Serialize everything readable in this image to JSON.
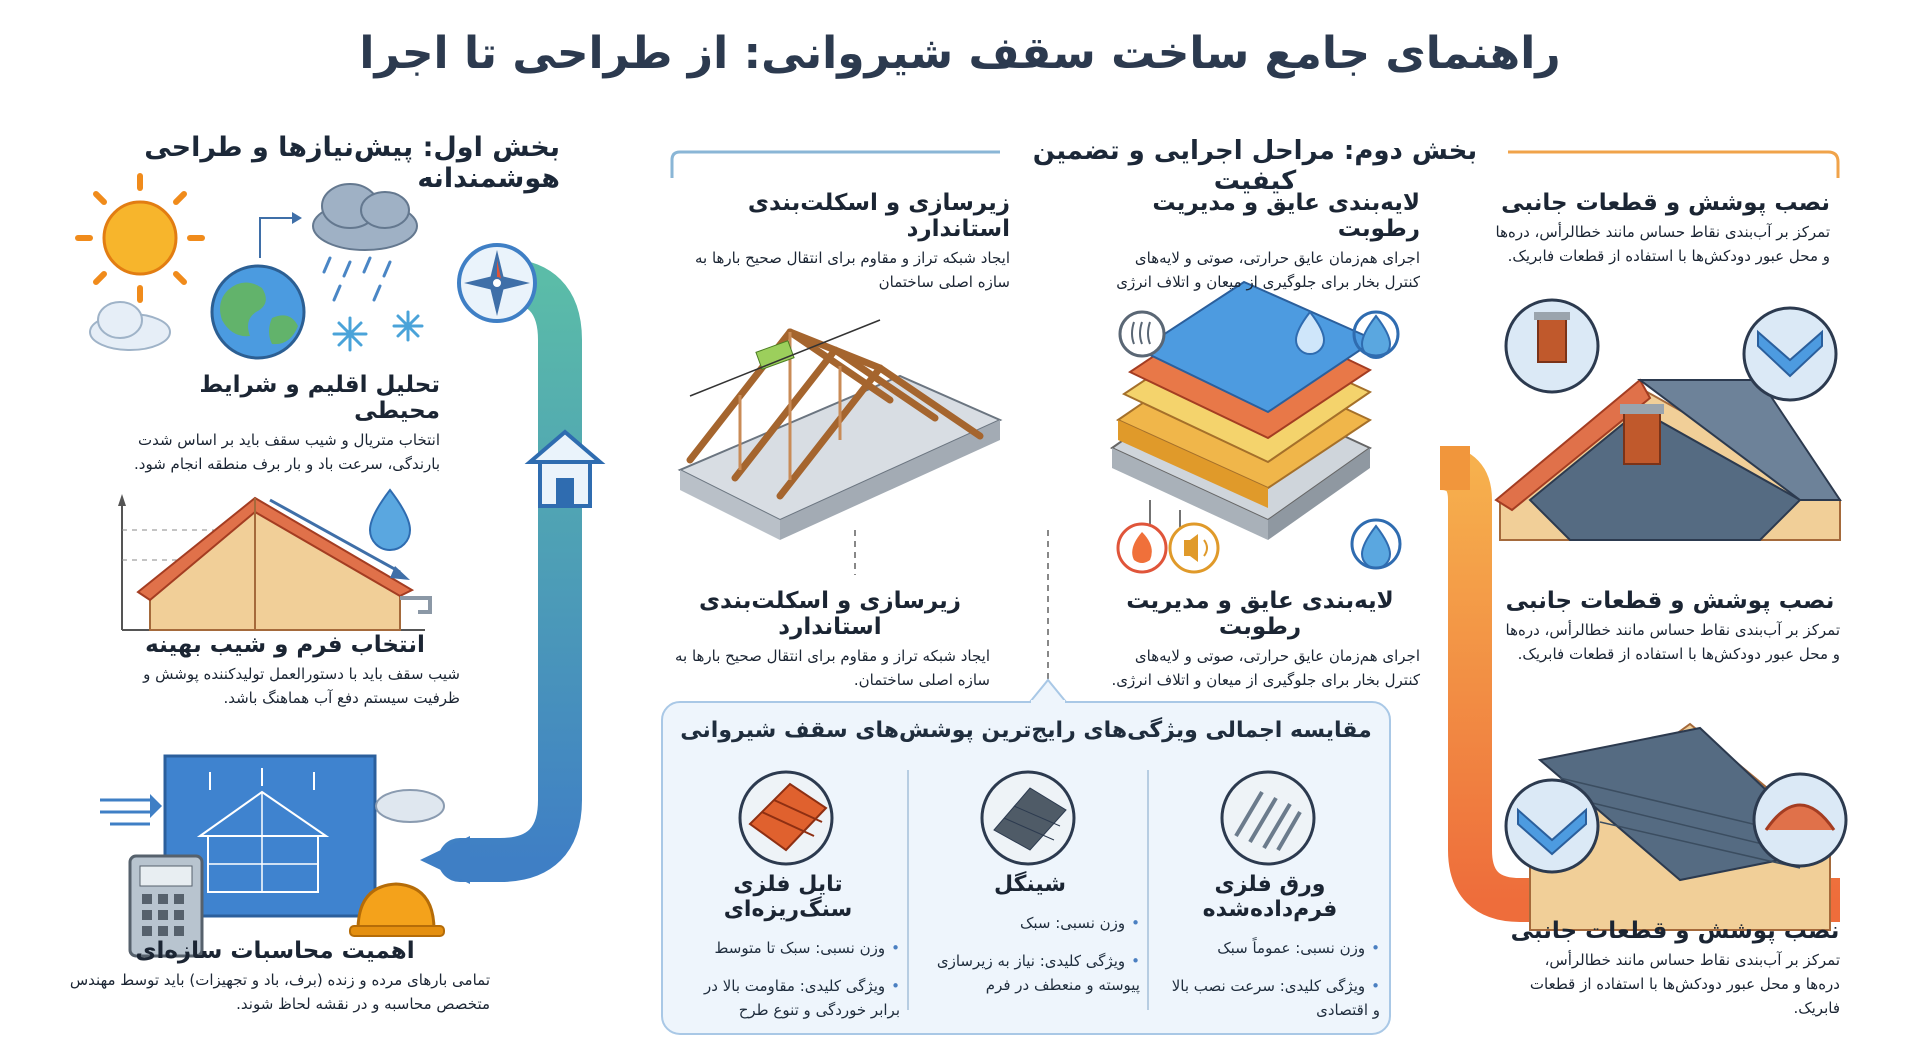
{
  "title": "راهنمای جامع ساخت سقف شیروانی: از طراحی تا اجرا",
  "section1": {
    "heading": "بخش اول: پیش‌نیازها و طراحی هوشمندانه",
    "items": [
      {
        "title": "تحلیل اقلیم و شرایط محیطی",
        "desc": "انتخاب متریال و شیب سقف باید بر اساس شدت بارندگی، سرعت باد و بار برف منطقه انجام شود."
      },
      {
        "title": "انتخاب فرم و شیب بهینه",
        "desc": "شیب سقف باید با دستورالعمل تولیدکننده پوشش و ظرفیت سیستم دفع آب هماهنگ باشد."
      },
      {
        "title": "اهمیت محاسبات سازه‌ای",
        "desc": "تمامی بارهای مرده و زنده (برف، باد و تجهیزات) باید توسط مهندس متخصص محاسبه و در نقشه لحاظ شوند."
      }
    ]
  },
  "section2": {
    "heading": "بخش دوم: مراحل اجرایی و تضمین کیفیت",
    "top": [
      {
        "title": "زیرسازی و اسکلت‌بندی استاندارد",
        "desc": "ایجاد شبکه تراز و مقاوم برای انتقال صحیح بارها به سازه اصلی ساختمان"
      },
      {
        "title": "لایه‌بندی عایق و مدیریت رطوبت",
        "desc": "اجرای هم‌زمان عایق حرارتی، صوتی و لایه‌های کنترل بخار برای جلوگیری از میعان و اتلاف انرژی"
      },
      {
        "title": "نصب پوشش و قطعات جانبی",
        "desc": "تمرکز بر آب‌بندی نقاط حساس مانند خطالرأس، دره‌ها و محل عبور دودکش‌ها با استفاده از قطعات فابریک."
      }
    ],
    "bottom": [
      {
        "title": "زیرسازی و اسکلت‌بندی استاندارد",
        "desc": "ایجاد شبکه تراز و مقاوم برای انتقال صحیح بارها به سازه اصلی ساختمان."
      },
      {
        "title": "لایه‌بندی عایق و مدیریت رطوبت",
        "desc": "اجرای هم‌زمان عایق حرارتی، صوتی و لایه‌های کنترل بخار برای جلوگیری از میعان و اتلاف انرژی."
      },
      {
        "title": "نصب پوشش و قطعات جانبی",
        "desc": "تمرکز بر آب‌بندی نقاط حساس مانند خطالرأس، دره‌ها و محل عبور دودکش‌ها با استفاده از قطعات فابریک."
      },
      {
        "title": "نصب پوشش و قطعات جانبی",
        "desc": "تمرکز بر آب‌بندی نقاط حساس مانند خطالرأس، دره‌ها و محل عبور دودکش‌ها با استفاده از قطعات فابریک."
      }
    ]
  },
  "comparison": {
    "heading": "مقایسه اجمالی ویژگی‌های رایج‌ترین پوشش‌های سقف شیروانی",
    "cards": [
      {
        "title": "ورق فلزی فرم‌داده‌شده",
        "weight": "وزن نسبی: عموماً سبک",
        "feature": "ویژگی کلیدی: سرعت نصب بالا و اقتصادی"
      },
      {
        "title": "شینگل",
        "weight": "وزن نسبی: سبک",
        "feature": "ویژگی کلیدی: نیاز به زیرسازی پیوسته و منعطف در فرم"
      },
      {
        "title": "تایل فلزی سنگ‌ریزه‌ای",
        "weight": "وزن نسبی: سبک تا متوسط",
        "feature": "ویژگی کلیدی: مقاومت بالا در برابر خوردگی و تنوع طرح"
      }
    ]
  },
  "colors": {
    "blue": "#4a86c5",
    "green": "#7cc08a",
    "orange": "#f29a3c",
    "roof": "#e0714a",
    "wood": "#c98b57"
  },
  "icons": [
    "sun-icon",
    "earth-icon",
    "cloud-icon",
    "rain-icon",
    "snowflake-icon",
    "compass-icon",
    "house-icon",
    "water-drop-icon",
    "fire-icon",
    "sound-icon",
    "calculator-icon",
    "hard-hat-icon",
    "blueprint-icon",
    "wind-icon"
  ]
}
